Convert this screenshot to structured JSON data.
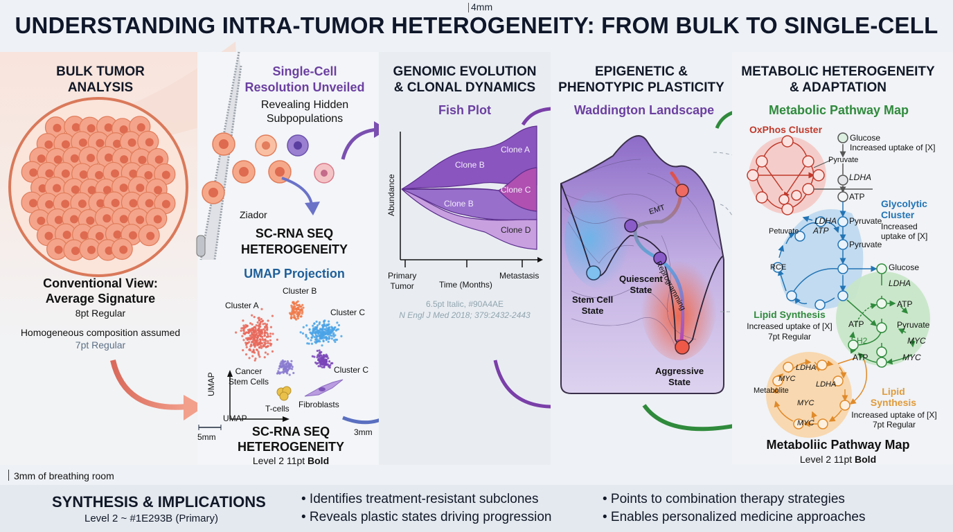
{
  "top_mark": "4mm",
  "title": "UNDERSTANDING INTRA-TUMOR HETEROGENEITY: FROM BULK TO SINGLE-CELL",
  "colors": {
    "primary": "#1E293B",
    "purple": "#6b3fa0",
    "umap_blue": "#1f5f99",
    "metabolic_green": "#2f8a3c",
    "oxphos_red": "#c0392b",
    "glyco_blue": "#2274b5",
    "lipid_orange": "#e09a3a",
    "muted": "#90A4AE"
  },
  "bulk": {
    "heading_line1": "BULK TUMOR",
    "heading_line2": "ANALYSIS",
    "view_title_line1": "Conventional View:",
    "view_title_line2": "Average Signature",
    "view_title_note": "8pt Regular",
    "desc": "Homogeneous composition assumed",
    "desc_note": "7pt Regular"
  },
  "single_cell": {
    "heading_line1": "Single-Cell",
    "heading_line2": "Resolution Unveiled",
    "sub_line1": "Revealing Hidden",
    "sub_line2": "Subpopulations",
    "zipper_label": "Ziador",
    "sc_heading_line1": "SC-RNA SEQ",
    "sc_heading_line2": "HETEROGENEITY",
    "umap_title": "UMAP Projection",
    "clusters": [
      "Cluster A",
      "Cluster B",
      "Cluster C",
      "Cluster C"
    ],
    "cancer_stem_line1": "Cancer",
    "cancer_stem_line2": "Stem Cells",
    "tcells": "T-cells",
    "fibroblasts": "Fibroblasts",
    "axis_x": "UMAP",
    "axis_y": "UMAP",
    "scale_5mm": "5mm",
    "scale_3mm": "3mm",
    "footer_line1": "SC-RNA SEQ",
    "footer_line2": "HETEROGENEITY",
    "footer_note": "Level 2 11pt ",
    "footer_note_bold": "Bold"
  },
  "genomic": {
    "heading_line1": "GENOMIC EVOLUTION",
    "heading_line2": "& CLONAL DYNAMICS",
    "plot_title": "Fish Plot",
    "y_label": "Abundance",
    "x_label": "Time (Months)",
    "x_start_line1": "Primary",
    "x_start_line2": "Tumor",
    "x_end": "Metastasis",
    "clones": [
      "Clone B",
      "Clone A",
      "Clone B",
      "Clone C",
      "Clone D"
    ],
    "note": "6.5pt Italic, #90A4AE",
    "citation": "N Engl J Med 2018; 379:2432-2443"
  },
  "epigenetic": {
    "heading_line1": "EPIGENETIC &",
    "heading_line2": "PHENOTYPIC PLASTICITY",
    "landscape_title": "Waddington Landscape",
    "emt": "EMT",
    "reprogramming": "Reprogramming",
    "stem_line1": "Stem Cell",
    "stem_line2": "State",
    "quiescent_line1": "Quiescent",
    "quiescent_line2": "State",
    "aggressive_line1": "Aggressive",
    "aggressive_line2": "State"
  },
  "metabolic": {
    "heading_line1": "METABOLIC HETEROGENEITY",
    "heading_line2": "& ADAPTATION",
    "map_title": "Metabolic Pathway Map",
    "oxphos": "OxPhos Cluster",
    "glucose": "Glucose",
    "increased_uptake": "Increased uptake of [X]",
    "pyruvate": "Pyruvate",
    "ldha": "LDHA",
    "atp": "ATP",
    "glyco_line1": "Glycolytic",
    "glyco_line2": "Cluster",
    "glyco_desc_line1": "Increased",
    "glyco_desc_line2": "uptake of [X]",
    "petuvate": "Petuvate",
    "rce": "RCE",
    "lipid_green": "Lipid Synthesis",
    "lipid_green_desc": "Increased uptake of [X]",
    "lipid_green_note": "7pt Regular",
    "myc": "MYC",
    "h2": "H2",
    "metabolite": "Metabolite",
    "lipid_orange_line1": "Lipid",
    "lipid_orange_line2": "Synthesis",
    "lipid_orange_desc": "Increased uptake of [X]",
    "lipid_orange_note": "7pt Regular",
    "footer_title": "Metaboliic Pathway Map",
    "footer_note": "Level 2 11pt ",
    "footer_note_bold": "Bold"
  },
  "breathing_room": "3mm of breathing room",
  "footer": {
    "title": "SYNTHESIS & IMPLICATIONS",
    "subtitle": "Level 2 ~ #1E293B (Primary)",
    "bullets": [
      "• Identifies treatment-resistant subclones",
      "• Reveals plastic states driving progression",
      "• Points to combination therapy strategies",
      "• Enables personalized medicine approaches"
    ]
  }
}
